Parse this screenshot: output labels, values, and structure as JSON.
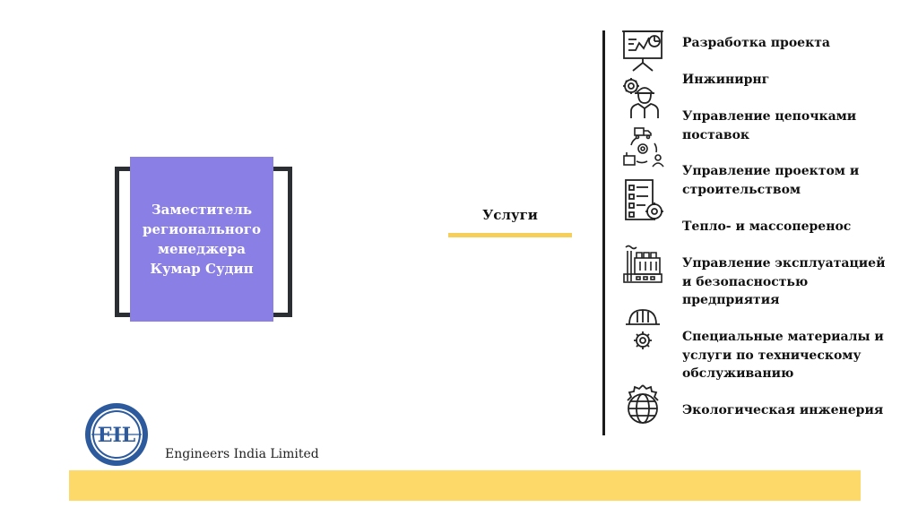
{
  "profile": {
    "text": "Заместитель\nрегионального\nменеджера\nКумар Судип"
  },
  "services": {
    "title": "Услуги",
    "items": [
      {
        "label": "Разработка проекта",
        "icon": "presentation-board-icon"
      },
      {
        "label": "Инжинирнг",
        "icon": "engineer-gear-icon"
      },
      {
        "label": "Управление цепочками поставок",
        "icon": "supply-chain-icon"
      },
      {
        "label": "Управление проектом и строительством",
        "icon": "checklist-gear-icon"
      },
      {
        "label": "Тепло- и массоперенос",
        "icon": ""
      },
      {
        "label": "Управление эксплуатацией и безопасностью предприятия",
        "icon": "factory-icon"
      },
      {
        "label": "Специальные материалы и услуги по техническому обслуживанию",
        "icon": "hardhat-gear-icon"
      },
      {
        "label": "Экологическая инженерия",
        "icon": "globe-gear-icon"
      }
    ]
  },
  "branding": {
    "logo_text": "EIL",
    "company_name": "Engineers India Limited"
  },
  "colors": {
    "purple_box": "#8a7fe4",
    "frame": "#2b2f33",
    "accent_yellow": "#f5cf5a",
    "bottom_bar": "#fdd96a",
    "logo_blue": "#2c5a9c"
  }
}
